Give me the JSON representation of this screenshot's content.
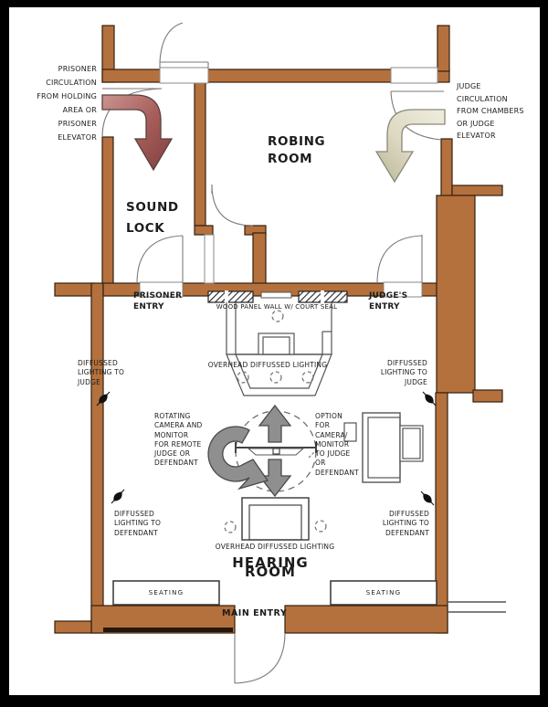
{
  "title": "Hearing room floor plan",
  "colors": {
    "wall": "#b4713d",
    "wall_outline": "#33200f",
    "wall_shadow": "#241609",
    "prisoner_arrow": "#a85e5b",
    "judge_arrow": "#ddd9c2",
    "gray_arrow": "#8f8f8f",
    "line": "#666666",
    "text": "#1c1c1c"
  },
  "rooms": {
    "robing_room": "ROBING\nROOM",
    "sound_lock": "SOUND\nLOCK",
    "hearing_room": "HEARING ROOM"
  },
  "annotations": {
    "prisoner_circulation": "PRISONER\nCIRCULATION\nFROM HOLDING\nAREA OR\nPRISONER\nELEVATOR",
    "judge_circulation": "JUDGE\nCIRCULATION\nFROM CHAMBERS\nOR JUDGE\nELEVATOR",
    "prisoner_entry": "PRISONER\nENTRY",
    "judges_entry": "JUDGE'S\nENTRY",
    "wood_panel_wall": "WOOD PANEL WALL W/ COURT SEAL",
    "diffussed_judge_left": "DIFFUSSED\nLIGHTING TO\nJUDGE",
    "diffussed_judge_right": "DIFFUSSED\nLIGHTING TO\nJUDGE",
    "overhead_judge": "OVERHEAD DIFFUSSED LIGHTING",
    "rotating_camera": "ROTATING\nCAMERA AND\nMONITOR\nFOR REMOTE\nJUDGE OR\nDEFENDANT",
    "option_camera": "OPTION\nFOR\nCAMERA/\nMONITOR\nTO JUDGE\nOR\nDEFENDANT",
    "diffussed_defendant_left": "DIFFUSSED\nLIGHTING TO\nDEFENDANT",
    "diffussed_defendant_right": "DIFFUSSED\nLIGHTING TO\nDEFENDANT",
    "overhead_defendant": "OVERHEAD DIFFUSSED LIGHTING",
    "main_entry": "MAIN ENTRY",
    "seating_left": "SEATING",
    "seating_right": "SEATING"
  }
}
